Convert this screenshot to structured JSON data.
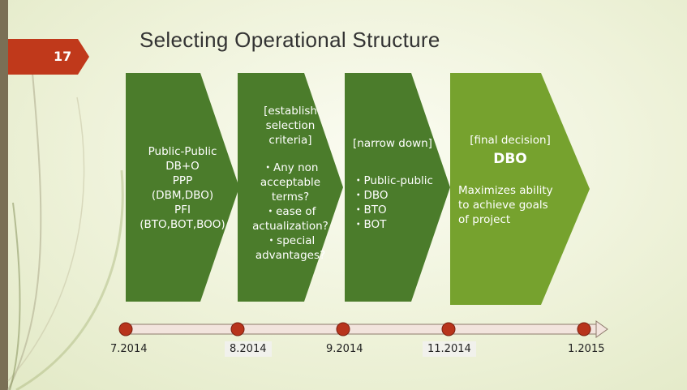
{
  "slide": {
    "title": "Selecting Operational Structure",
    "number": "17"
  },
  "stages": [
    {
      "lines": [
        "Public-Public",
        "DB+O",
        "PPP",
        "(DBM,DBO)",
        "PFI",
        "(BTO,BOT,BOO)"
      ]
    },
    {
      "heading": [
        "[establish",
        "selection",
        "criteria]"
      ],
      "bullets": [
        "・Any non acceptable terms?",
        "・ease of actualization?",
        "・special advantages?"
      ]
    },
    {
      "heading": [
        "[narrow down]"
      ],
      "bullets": [
        "・Public-public",
        "・DBO",
        "・BTO",
        "・BOT"
      ]
    },
    {
      "heading": [
        "[final decision]"
      ],
      "decision": "DBO",
      "description": "Maximizes ability to achieve goals of project"
    }
  ],
  "timeline": {
    "dates": [
      "7.2014",
      "8.2014",
      "9.2014",
      "11.2014",
      "1.2015"
    ]
  },
  "colors": {
    "dark_green": "#4b7c2b",
    "light_green": "#76a22e",
    "slide_number_bg": "#c0391b",
    "timeline_dot": "#b8341c",
    "timeline_bar": "#f2e4dd"
  }
}
